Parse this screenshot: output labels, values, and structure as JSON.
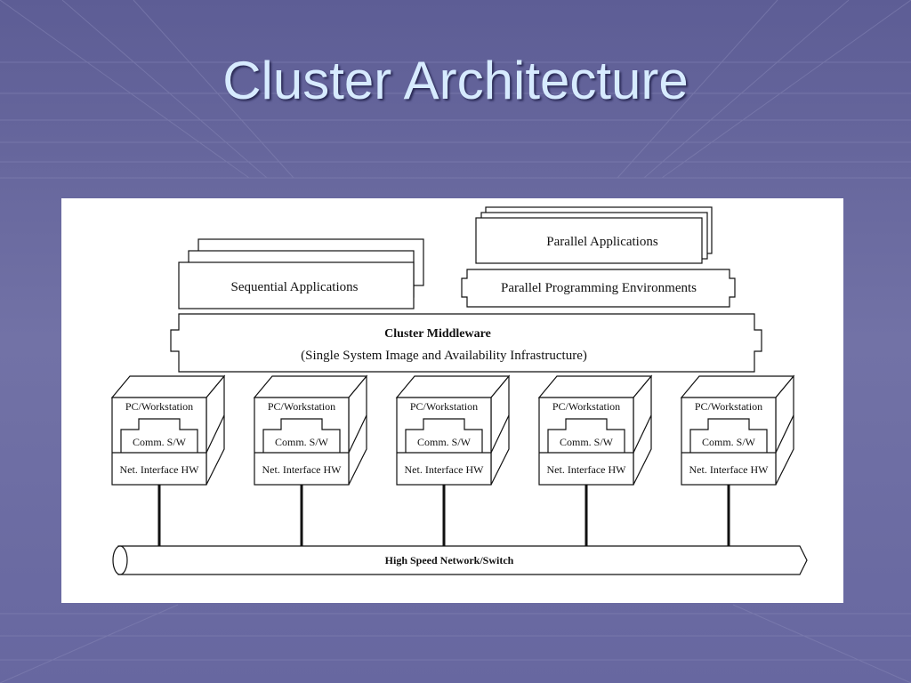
{
  "slide": {
    "title": "Cluster Architecture"
  },
  "diagram": {
    "sequential_applications": "Sequential Applications",
    "parallel_applications": "Parallel Applications",
    "parallel_programming_environments": "Parallel Programming Environments",
    "middleware": {
      "title": "Cluster Middleware",
      "subtitle": "(Single System Image and Availability Infrastructure)"
    },
    "nodes": [
      {
        "workstation": "PC/Workstation",
        "comm": "Comm. S/W",
        "net": "Net. Interface HW"
      },
      {
        "workstation": "PC/Workstation",
        "comm": "Comm. S/W",
        "net": "Net. Interface HW"
      },
      {
        "workstation": "PC/Workstation",
        "comm": "Comm. S/W",
        "net": "Net. Interface HW"
      },
      {
        "workstation": "PC/Workstation",
        "comm": "Comm. S/W",
        "net": "Net. Interface HW"
      },
      {
        "workstation": "PC/Workstation",
        "comm": "Comm. S/W",
        "net": "Net. Interface HW"
      }
    ],
    "network": "High Speed Network/Switch"
  }
}
